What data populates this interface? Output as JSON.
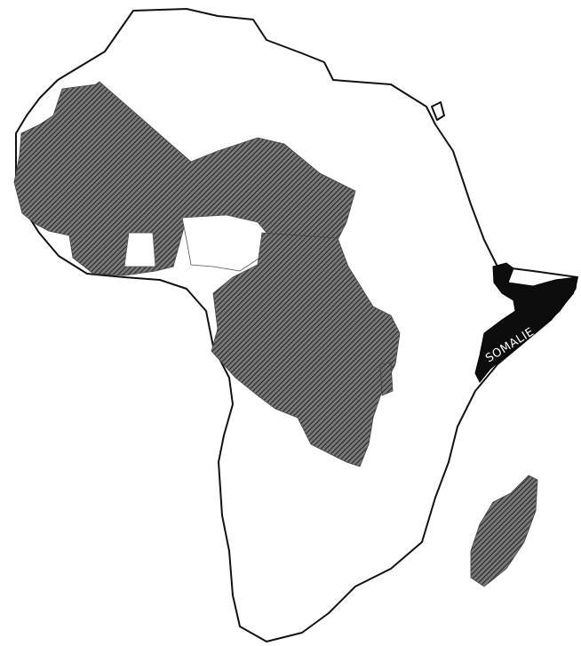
{
  "map": {
    "highlighted_country": {
      "label": "SOMALIE",
      "fill_color": "#0d0d0d",
      "label_color": "#ffffff"
    },
    "hatched_regions": [
      "west-africa",
      "central-africa",
      "madagascar"
    ],
    "colors": {
      "outline": "#111111",
      "hatch": "#3a3a3a",
      "background": "#ffffff"
    }
  }
}
